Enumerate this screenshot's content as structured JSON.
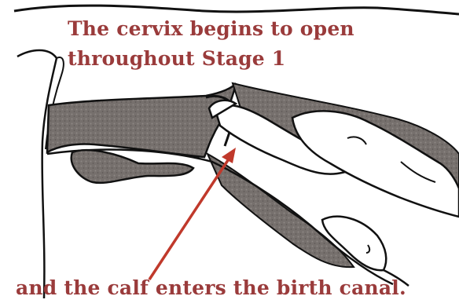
{
  "caption_top": {
    "line1": "The cervix begins to open",
    "line2": "throughout Stage 1"
  },
  "caption_bottom": "and the calf enters the birth canal.",
  "colors": {
    "caption": "#9a3b3b",
    "arrow": "#c0392b",
    "tissue": "#7a7370",
    "outline": "#111111"
  }
}
